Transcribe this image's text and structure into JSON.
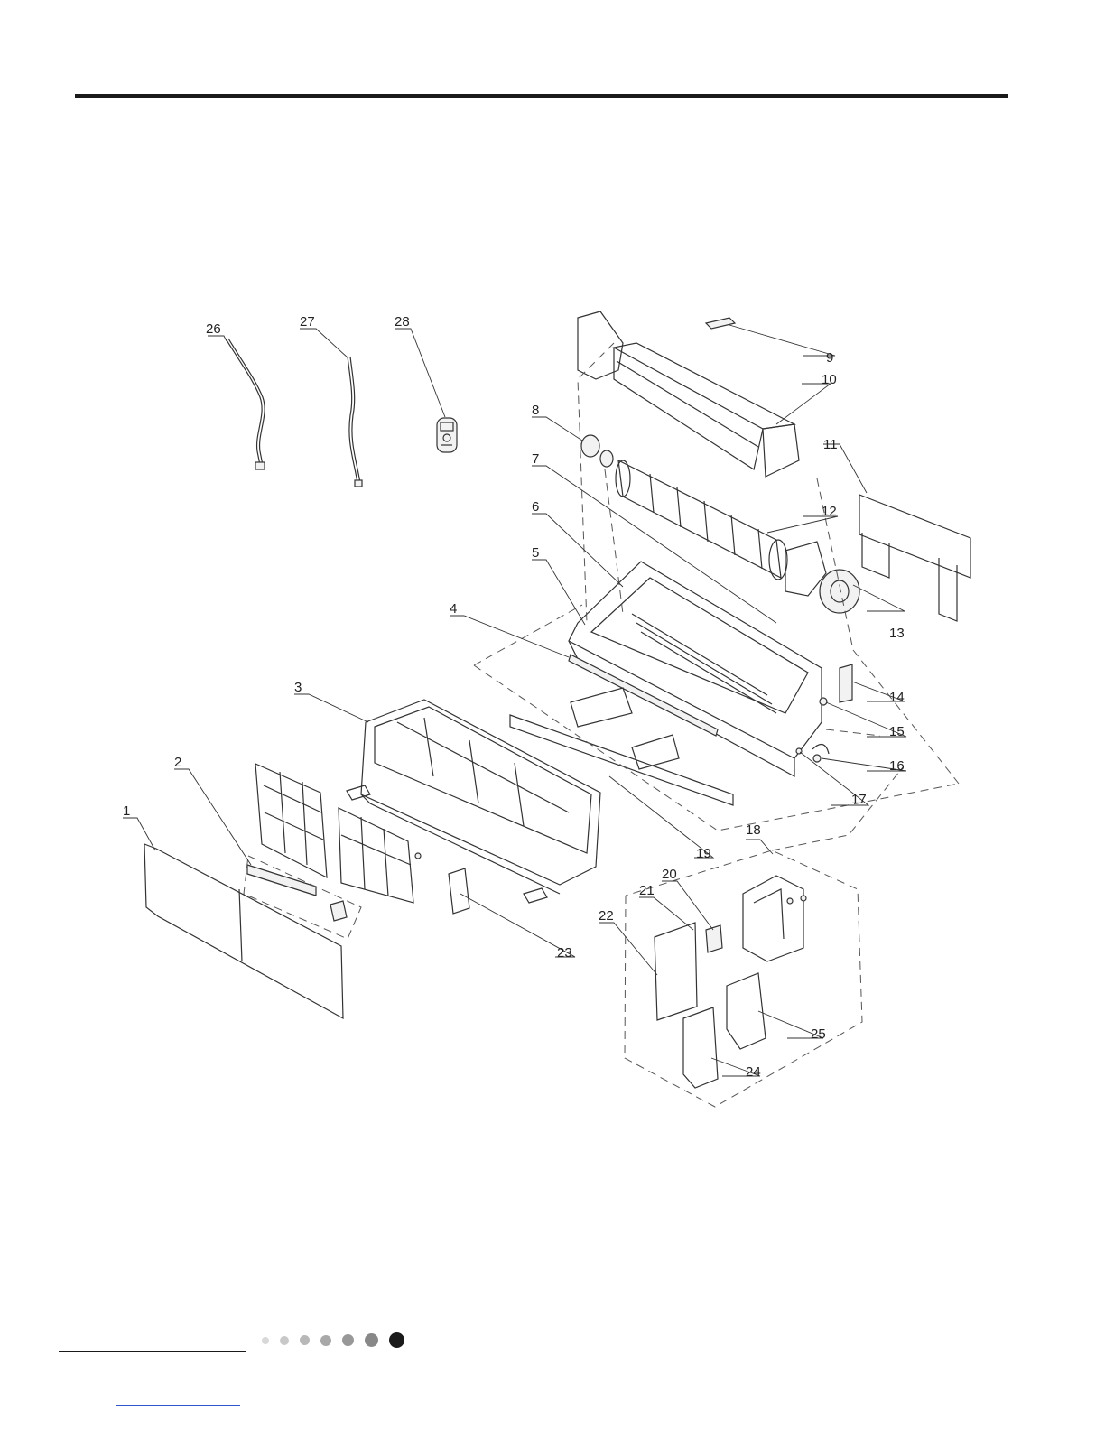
{
  "diagram": {
    "callouts": [
      "1",
      "2",
      "3",
      "4",
      "5",
      "6",
      "7",
      "8",
      "9",
      "10",
      "11",
      "12",
      "13",
      "14",
      "15",
      "16",
      "17",
      "18",
      "19",
      "20",
      "21",
      "22",
      "23",
      "24",
      "25",
      "26",
      "27",
      "28"
    ]
  },
  "footer": {
    "dot_colors": [
      "#d8d8d8",
      "#c8c8c8",
      "#b8b8b8",
      "#a8a8a8",
      "#989898",
      "#888888",
      "#1a1a1a"
    ]
  }
}
